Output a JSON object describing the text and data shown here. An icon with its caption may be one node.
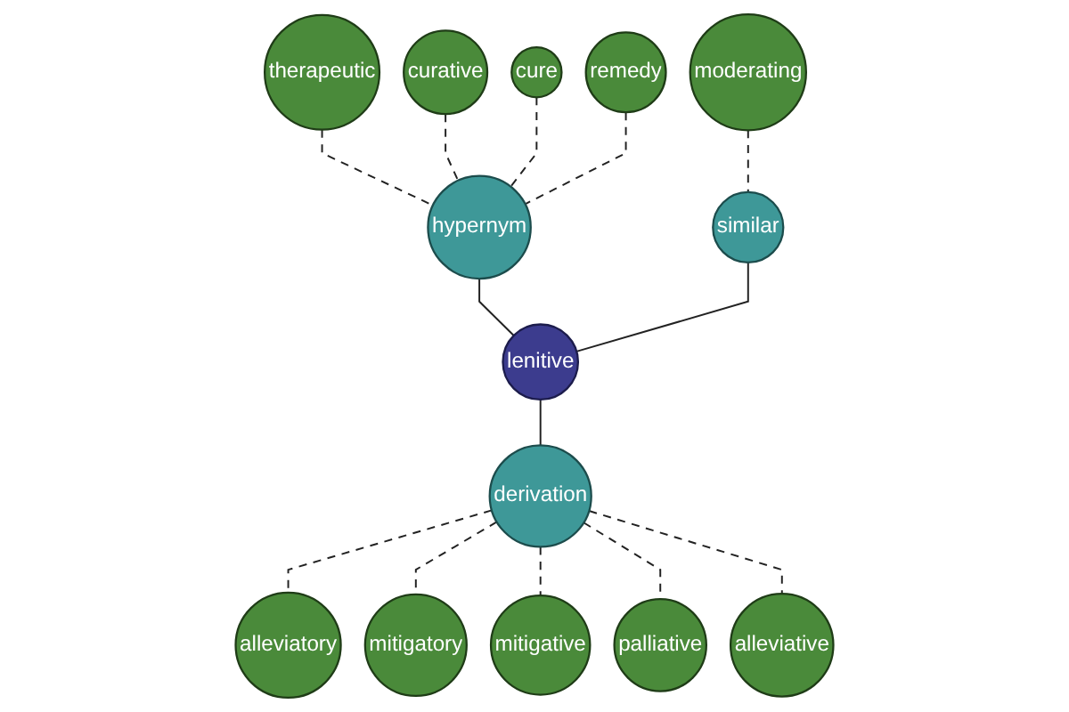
{
  "diagram": {
    "nodes": [
      {
        "text": [
          "curative"
        ]
      },
      {
        "text": [
          "therapeutic"
        ]
      },
      {
        "text": [
          "cure"
        ]
      },
      {
        "text": [
          "remedy"
        ]
      },
      {
        "text": [
          "hypernym"
        ]
      },
      {
        "text": [
          "lenitive"
        ]
      },
      {
        "text": [
          "similar"
        ]
      },
      {
        "text": [
          "moderating"
        ]
      },
      {
        "text": [
          "alleviatory"
        ]
      },
      {
        "text": [
          "derivation"
        ]
      },
      {
        "text": [
          "alleviative"
        ]
      },
      {
        "text": [
          "mitigatory"
        ]
      },
      {
        "text": [
          "palliative"
        ]
      },
      {
        "text": [
          "mitigative"
        ]
      }
    ],
    "edges": [
      {
        "from": 1,
        "to": 4,
        "arrow": "none",
        "style": "dashed"
      },
      {
        "from": 0,
        "to": 4,
        "arrow": "none",
        "style": "dashed"
      },
      {
        "from": 2,
        "to": 4,
        "arrow": "none",
        "style": "dashed"
      },
      {
        "from": 3,
        "to": 4,
        "arrow": "none",
        "style": "dashed"
      },
      {
        "from": 4,
        "to": 5,
        "arrow": "none"
      },
      {
        "from": 7,
        "to": 6,
        "arrow": "none",
        "style": "dashed"
      },
      {
        "from": 6,
        "to": 5,
        "arrow": "none"
      },
      {
        "from": 5,
        "to": 9,
        "arrow": "none"
      },
      {
        "from": 9,
        "to": 8,
        "arrow": "none",
        "style": "dashed"
      },
      {
        "from": 9,
        "to": 11,
        "arrow": "none",
        "style": "dashed"
      },
      {
        "from": 9,
        "to": 13,
        "arrow": "none",
        "style": "dashed"
      },
      {
        "from": 9,
        "to": 12,
        "arrow": "none",
        "style": "dashed"
      },
      {
        "from": 9,
        "to": 10,
        "arrow": "none",
        "style": "dashed"
      }
    ]
  }
}
